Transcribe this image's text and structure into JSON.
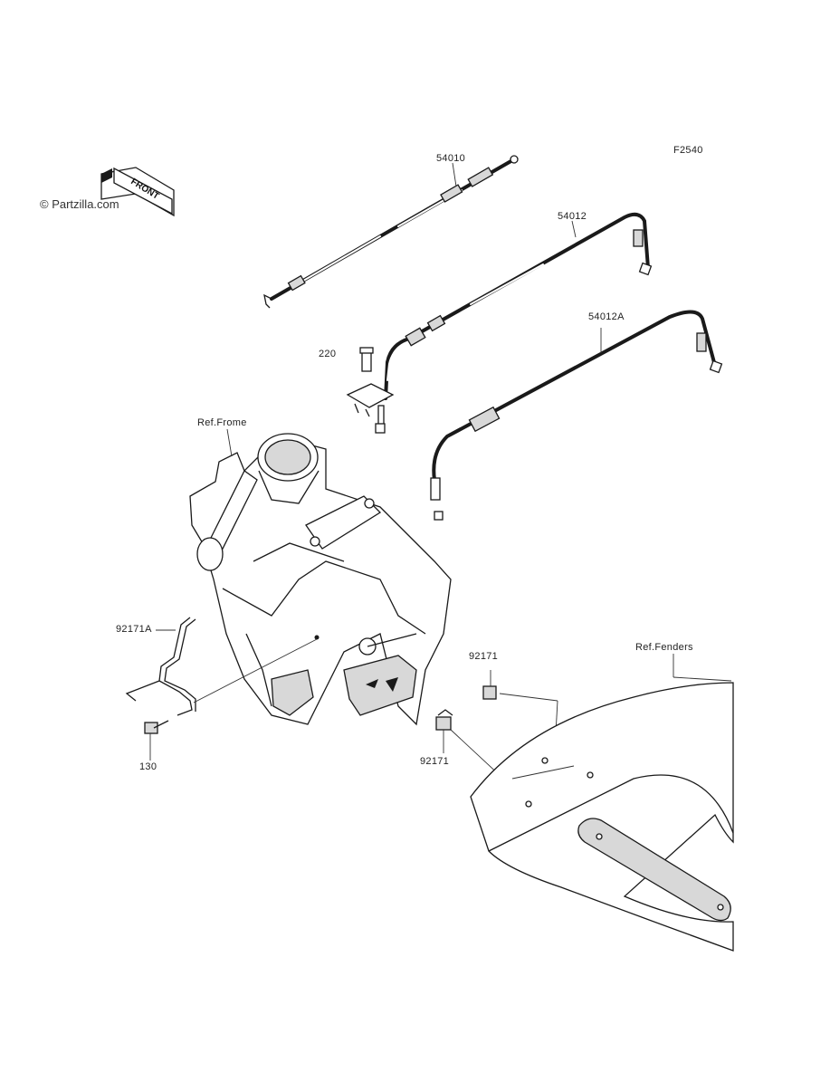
{
  "watermark": "© Partzilla.com",
  "front_badge": "FRONT",
  "figure_code": "F2540",
  "labels": {
    "p54010": "54010",
    "p54012": "54012",
    "p54012a": "54012A",
    "p220": "220",
    "ref_frame": "Ref.Frome",
    "p92171a": "92171A",
    "p130": "130",
    "p92171_top": "92171",
    "p92171_bottom": "92171",
    "ref_fenders": "Ref.Fenders"
  },
  "footer": {
    "line1": "",
    "line2": ""
  }
}
